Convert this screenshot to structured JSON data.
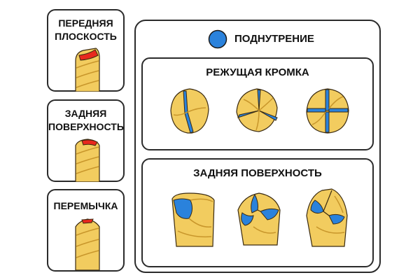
{
  "colors": {
    "gold": "#f2cc5f",
    "gold_dark": "#c8962b",
    "outline": "#3a2a10",
    "red": "#e8281e",
    "blue": "#2a82dc",
    "frame": "#2b2b2b"
  },
  "left_panels": [
    {
      "label_line1": "ПЕРЕДНЯЯ",
      "label_line2": "ПЛОСКОСТЬ",
      "highlight": "red"
    },
    {
      "label_line1": "ЗАДНЯЯ",
      "label_line2": "ПОВЕРХНОСТЬ",
      "highlight": "red"
    },
    {
      "label_line1": "ПЕРЕМЫЧКА",
      "label_line2": "",
      "highlight": "red"
    }
  ],
  "right_panel": {
    "legend": {
      "label": "ПОДНУТРЕНИЕ",
      "icon": "blue-dot-icon"
    },
    "cutting_edge": {
      "title": "РЕЖУЩАЯ КРОМКА",
      "items": [
        "two-flute-end-view",
        "three-flute-end-view",
        "four-flute-end-view"
      ]
    },
    "relief_surface": {
      "title": "ЗАДНЯЯ ПОВЕРХНОСТЬ",
      "items": [
        "two-flute-tip",
        "three-flute-tip",
        "four-flute-tip"
      ]
    }
  }
}
